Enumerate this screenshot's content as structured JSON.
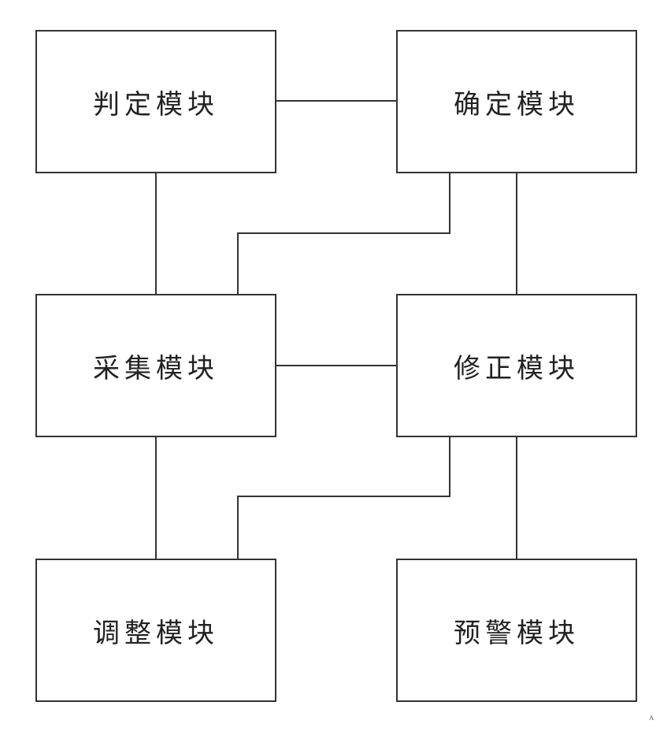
{
  "modules": {
    "judge": "判定模块",
    "confirm": "确定模块",
    "collect": "采集模块",
    "correct": "修正模块",
    "adjust": "调整模块",
    "warning": "预警模块"
  },
  "corner_mark": "A"
}
